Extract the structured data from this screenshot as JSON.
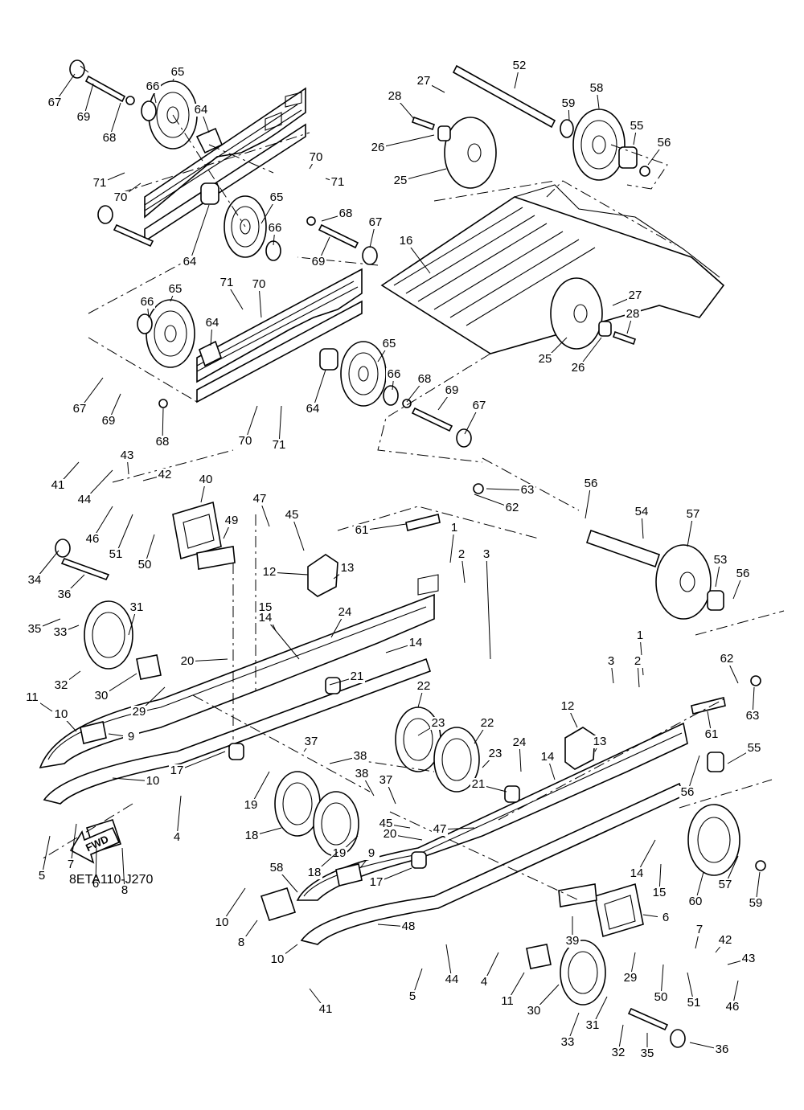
{
  "diagram_code": "8ETA110-J270",
  "fwd_label": "FWD",
  "callouts": [
    {
      "n": "67"
    },
    {
      "n": "69"
    },
    {
      "n": "68"
    },
    {
      "n": "66"
    },
    {
      "n": "65"
    },
    {
      "n": "64"
    },
    {
      "n": "70"
    },
    {
      "n": "71"
    },
    {
      "n": "71"
    },
    {
      "n": "70"
    },
    {
      "n": "64"
    },
    {
      "n": "65"
    },
    {
      "n": "66"
    },
    {
      "n": "68"
    },
    {
      "n": "67"
    },
    {
      "n": "69"
    },
    {
      "n": "52"
    },
    {
      "n": "27"
    },
    {
      "n": "28"
    },
    {
      "n": "26"
    },
    {
      "n": "25"
    },
    {
      "n": "58"
    },
    {
      "n": "59"
    },
    {
      "n": "55"
    },
    {
      "n": "56"
    },
    {
      "n": "16"
    },
    {
      "n": "27"
    },
    {
      "n": "28"
    },
    {
      "n": "25"
    },
    {
      "n": "26"
    },
    {
      "n": "65"
    },
    {
      "n": "66"
    },
    {
      "n": "71"
    },
    {
      "n": "70"
    },
    {
      "n": "64"
    },
    {
      "n": "67"
    },
    {
      "n": "69"
    },
    {
      "n": "68"
    },
    {
      "n": "70"
    },
    {
      "n": "71"
    },
    {
      "n": "64"
    },
    {
      "n": "65"
    },
    {
      "n": "66"
    },
    {
      "n": "68"
    },
    {
      "n": "69"
    },
    {
      "n": "67"
    },
    {
      "n": "41"
    },
    {
      "n": "43"
    },
    {
      "n": "42"
    },
    {
      "n": "44"
    },
    {
      "n": "40"
    },
    {
      "n": "46"
    },
    {
      "n": "51"
    },
    {
      "n": "50"
    },
    {
      "n": "49"
    },
    {
      "n": "47"
    },
    {
      "n": "45"
    },
    {
      "n": "63"
    },
    {
      "n": "62"
    },
    {
      "n": "61"
    },
    {
      "n": "56"
    },
    {
      "n": "54"
    },
    {
      "n": "57"
    },
    {
      "n": "53"
    },
    {
      "n": "56"
    },
    {
      "n": "34"
    },
    {
      "n": "36"
    },
    {
      "n": "12"
    },
    {
      "n": "13"
    },
    {
      "n": "1"
    },
    {
      "n": "2"
    },
    {
      "n": "3"
    },
    {
      "n": "35"
    },
    {
      "n": "33"
    },
    {
      "n": "31"
    },
    {
      "n": "32"
    },
    {
      "n": "30"
    },
    {
      "n": "29"
    },
    {
      "n": "15"
    },
    {
      "n": "14"
    },
    {
      "n": "24"
    },
    {
      "n": "14"
    },
    {
      "n": "20"
    },
    {
      "n": "21"
    },
    {
      "n": "22"
    },
    {
      "n": "23"
    },
    {
      "n": "1"
    },
    {
      "n": "3"
    },
    {
      "n": "2"
    },
    {
      "n": "62"
    },
    {
      "n": "63"
    },
    {
      "n": "61"
    },
    {
      "n": "11"
    },
    {
      "n": "10"
    },
    {
      "n": "9"
    },
    {
      "n": "10"
    },
    {
      "n": "17"
    },
    {
      "n": "37"
    },
    {
      "n": "38"
    },
    {
      "n": "4"
    },
    {
      "n": "12"
    },
    {
      "n": "13"
    },
    {
      "n": "22"
    },
    {
      "n": "23"
    },
    {
      "n": "24"
    },
    {
      "n": "14"
    },
    {
      "n": "21"
    },
    {
      "n": "55"
    },
    {
      "n": "56"
    },
    {
      "n": "19"
    },
    {
      "n": "18"
    },
    {
      "n": "38"
    },
    {
      "n": "37"
    },
    {
      "n": "45"
    },
    {
      "n": "47"
    },
    {
      "n": "5"
    },
    {
      "n": "7"
    },
    {
      "n": "6"
    },
    {
      "n": "8"
    },
    {
      "n": "19"
    },
    {
      "n": "18"
    },
    {
      "n": "20"
    },
    {
      "n": "9"
    },
    {
      "n": "17"
    },
    {
      "n": "14"
    },
    {
      "n": "15"
    },
    {
      "n": "57"
    },
    {
      "n": "59"
    },
    {
      "n": "60"
    },
    {
      "n": "58"
    },
    {
      "n": "10"
    },
    {
      "n": "8"
    },
    {
      "n": "6"
    },
    {
      "n": "39"
    },
    {
      "n": "48"
    },
    {
      "n": "10"
    },
    {
      "n": "7"
    },
    {
      "n": "42"
    },
    {
      "n": "43"
    },
    {
      "n": "44"
    },
    {
      "n": "4"
    },
    {
      "n": "29"
    },
    {
      "n": "50"
    },
    {
      "n": "51"
    },
    {
      "n": "46"
    },
    {
      "n": "41"
    },
    {
      "n": "5"
    },
    {
      "n": "11"
    },
    {
      "n": "30"
    },
    {
      "n": "31"
    },
    {
      "n": "33"
    },
    {
      "n": "32"
    },
    {
      "n": "35"
    },
    {
      "n": "36"
    },
    {
      "n": "34"
    }
  ]
}
